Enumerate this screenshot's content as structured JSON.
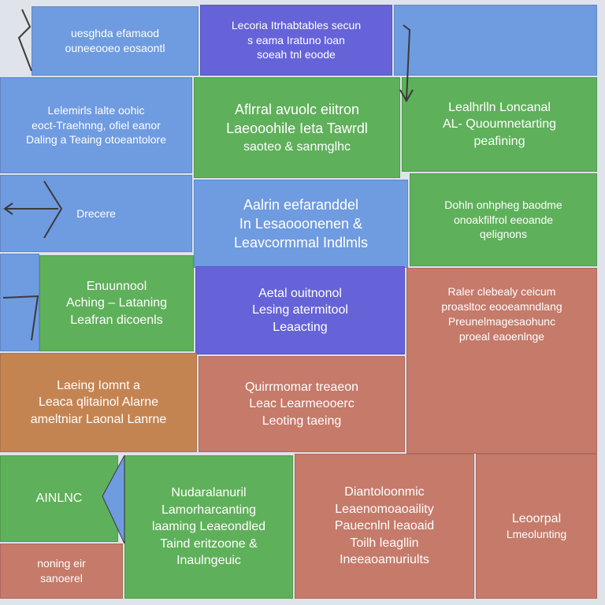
{
  "colors": {
    "blue": "#6f9be0",
    "green": "#5fb05a",
    "purple": "#6663d8",
    "red": "#c57a6a",
    "orange": "#c48452",
    "arrow": "#3a3a3a"
  },
  "boxes": [
    {
      "id": "b1",
      "color": "blue",
      "lines": [
        "uesghda efamaod",
        "ouneeooeo eosaontl"
      ]
    },
    {
      "id": "b2",
      "color": "purple",
      "lines": [
        "Lecoria Itrhabtables secun",
        "s eama Iratuno loan",
        "soeah tnl eoode"
      ]
    },
    {
      "id": "b3",
      "color": "blue",
      "lines": []
    },
    {
      "id": "b4",
      "color": "blue",
      "lines": [
        "Lelemirls lalte oohic",
        "eoct-Traehnng, ofiel eanor",
        "Daling a Teaing otoeantolore"
      ]
    },
    {
      "id": "b5",
      "color": "green",
      "lines": [
        "Aflrral avuolc eiitron",
        "Laeooohile Ieta Tawrdl",
        "saoteo & sanmglhc"
      ]
    },
    {
      "id": "b6",
      "color": "green",
      "lines": [
        "Lealhrlln Loncanal",
        "AL- Quoumnetarting",
        "peafining"
      ]
    },
    {
      "id": "b7",
      "color": "blue",
      "lines": [
        "Drecere"
      ]
    },
    {
      "id": "b8",
      "color": "blue",
      "lines": [
        "Aalrin eefaranddel",
        "In Lesaooonenen &",
        "Leavcormmal Indlmls"
      ]
    },
    {
      "id": "b9",
      "color": "green",
      "lines": [
        "Dohln onhpheg baodme",
        "onoakfilfrol eeoande",
        "qelignons"
      ]
    },
    {
      "id": "b10",
      "color": "blue",
      "lines": []
    },
    {
      "id": "b11",
      "color": "green",
      "lines": [
        "Enuunnool",
        "Aching – Lataning",
        "Leafran dicoenls"
      ]
    },
    {
      "id": "b12",
      "color": "purple",
      "lines": [
        "Aetal ouitnonol",
        "Lesing atermitool",
        "Leaacting"
      ]
    },
    {
      "id": "b13",
      "color": "red",
      "lines": [
        "Raler clebealy ceicum",
        "proasltoc eooeamndlang",
        "",
        "Preunelmagesaohunc",
        "proeal eaoenlnge"
      ]
    },
    {
      "id": "b14",
      "color": "orange",
      "lines": [
        "Laeing Iomnt a",
        "Leaca qlitainol Alarne",
        "ameltniar Laonal Lanrne"
      ]
    },
    {
      "id": "b15",
      "color": "red",
      "lines": [
        "Quirrmomar treaeon",
        "Leac Learmeooerc",
        "Leoting taeing"
      ]
    },
    {
      "id": "b16",
      "color": "green",
      "lines": [
        "AINLNC"
      ]
    },
    {
      "id": "b17",
      "color": "green",
      "lines": [
        "Nudaralanuril",
        "Lamorharcanting",
        "laaming Leaeondled",
        "",
        "Taind eritzoone &",
        "Inaulngeuic"
      ]
    },
    {
      "id": "b18",
      "color": "red",
      "lines": [
        "Diantoloonmic",
        "Leaenomoaoaility",
        "Pauecnlnl leaoaid",
        "",
        "Toilh leagllin",
        "Ineeaoamuriults"
      ]
    },
    {
      "id": "b19",
      "color": "red",
      "lines": [
        "Leoorpal",
        "",
        "",
        "Lmeolunting"
      ]
    },
    {
      "id": "b20",
      "color": "red",
      "lines": [
        "noning eir",
        "sanoerel"
      ]
    }
  ]
}
